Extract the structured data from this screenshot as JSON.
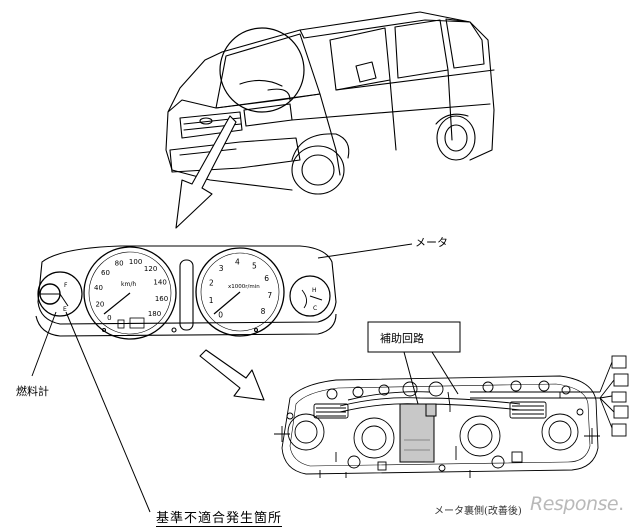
{
  "labels": {
    "meter": "メータ",
    "fuel_gauge": "燃料計",
    "aux_circuit": "補助回路",
    "meter_back": "メータ裏側(改善後)",
    "defect_location": "基準不適合発生箇所"
  },
  "speedometer": {
    "unit": "km/h",
    "ticks": [
      "0",
      "20",
      "40",
      "60",
      "80",
      "100",
      "120",
      "140",
      "160",
      "180"
    ]
  },
  "tachometer": {
    "unit": "x1000r/min",
    "ticks": [
      "0",
      "1",
      "2",
      "3",
      "4",
      "5",
      "6",
      "7",
      "8"
    ]
  },
  "fuel_marks": {
    "full": "F",
    "empty": "E"
  },
  "temp_marks": {
    "hot": "H",
    "cold": "C"
  },
  "watermark": {
    "text": "Response",
    "dot": "."
  }
}
